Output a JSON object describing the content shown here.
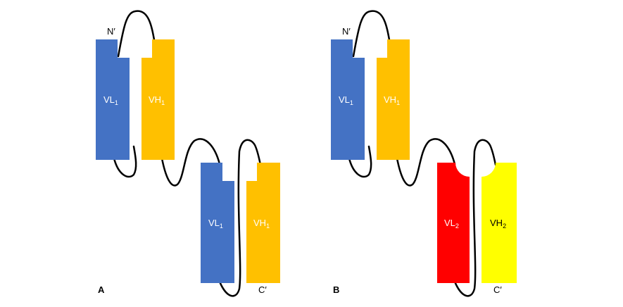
{
  "colors": {
    "vl1": "#4472C4",
    "vh1": "#FFC000",
    "vl2": "#FF0000",
    "vh2": "#FFFF00",
    "linker": "#000000"
  },
  "panel_a": {
    "label": "A",
    "n_terminus": "N′",
    "c_terminus": "C′",
    "domains": [
      {
        "prefix": "VL",
        "sub": "1"
      },
      {
        "prefix": "VH",
        "sub": "1"
      },
      {
        "prefix": "VL",
        "sub": "1"
      },
      {
        "prefix": "VH",
        "sub": "1"
      }
    ]
  },
  "panel_b": {
    "label": "B",
    "n_terminus": "N′",
    "c_terminus": "C′",
    "domains": [
      {
        "prefix": "VL",
        "sub": "1"
      },
      {
        "prefix": "VH",
        "sub": "1"
      },
      {
        "prefix": "VL",
        "sub": "2"
      },
      {
        "prefix": "VH",
        "sub": "2"
      }
    ]
  }
}
